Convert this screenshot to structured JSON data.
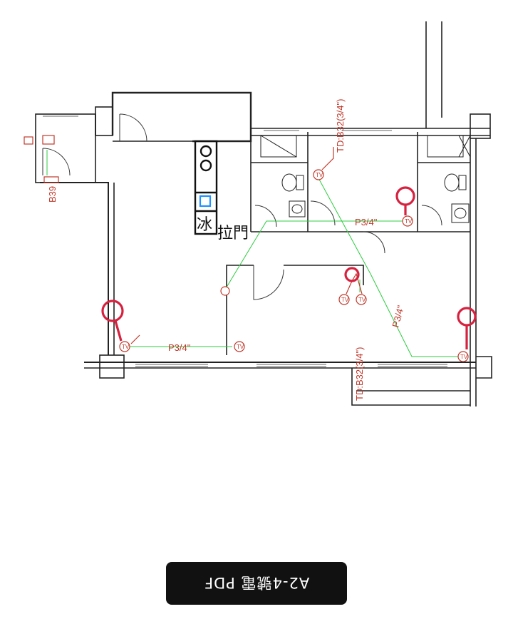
{
  "labels": {
    "b39": "B39",
    "td_top": "TD:B32(3/4\")",
    "td_bottom": "TD:B32(3/4\")",
    "pipe_top": "P3/4\"",
    "pipe_left": "P3/4\"",
    "pipe_diag": "P3/4\"",
    "fridge": "冰",
    "sliding_door": "拉門",
    "tv": "TV"
  },
  "banner": {
    "text": "A2-4號電 PDF"
  },
  "colors": {
    "wall": "#222222",
    "pipe": "#2ecc40",
    "annotation": "#c0392b",
    "marker": "#d6213f",
    "banner_bg": "#111111",
    "highlight": "#1e90ff"
  },
  "icons": {
    "tv_outlet": "tv-outlet-icon",
    "marker": "location-marker-icon"
  }
}
